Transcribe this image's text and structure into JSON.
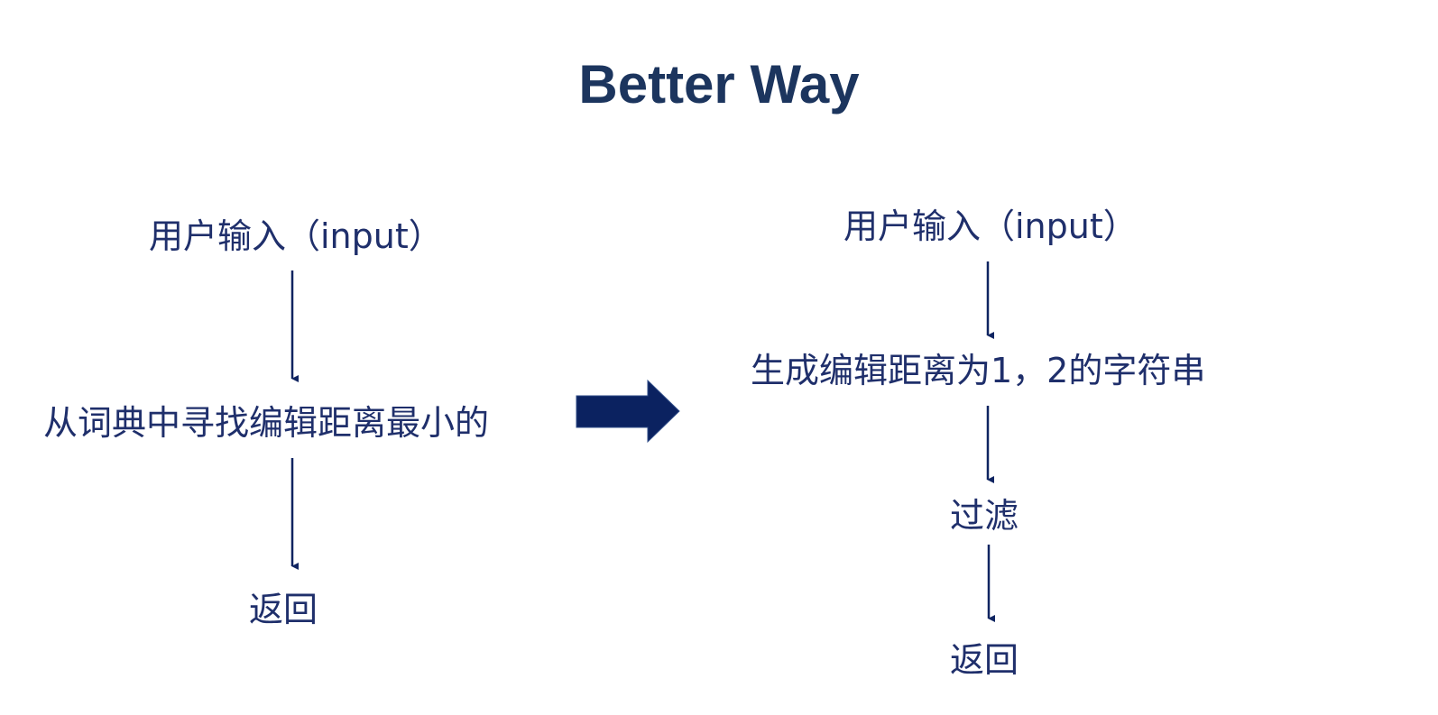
{
  "title": "Better Way",
  "left_flow": {
    "step1": "用户输入（input）",
    "step2": "从词典中寻找编辑距离最小的",
    "step3": "返回"
  },
  "right_flow": {
    "step1": "用户输入（input）",
    "step2": "生成编辑距离为1，2的字符串",
    "step3": "过滤",
    "step4": "返回"
  },
  "colors": {
    "title": "#1c355e",
    "text": "#1f2f6b",
    "arrow": "#0f2461",
    "big_arrow": "#0b2260"
  }
}
